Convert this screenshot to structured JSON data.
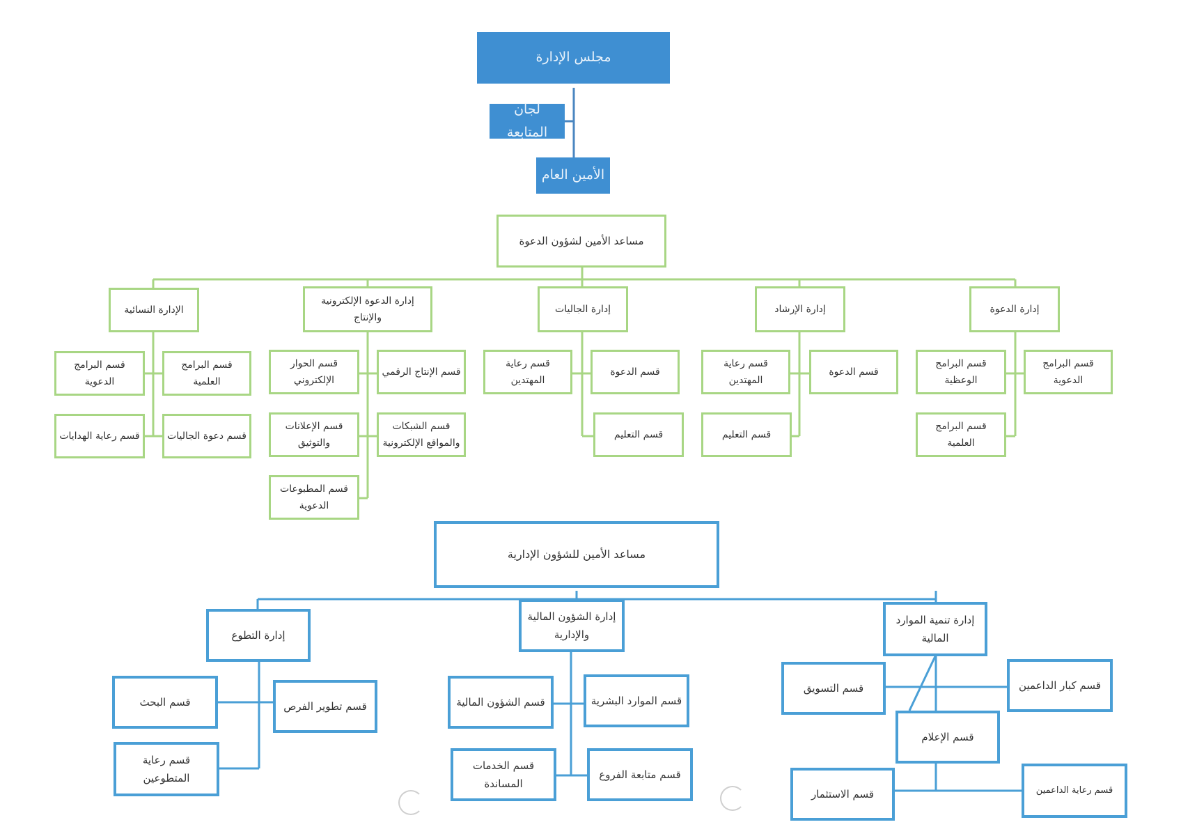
{
  "header": {
    "board": "مجلس الإدارة",
    "committees": "لجان المتابعة",
    "secretary_general": "الأمين العام"
  },
  "dawah_branch": {
    "assistant": "مساعد الأمين لشؤون الدعوة",
    "departments": {
      "dawah": {
        "title": "إدارة الدعوة",
        "sections": [
          "قسم البرامج الدعوية",
          "قسم البرامج الوعظية",
          "قسم البرامج العلمية"
        ]
      },
      "irshad": {
        "title": "إدارة الإرشاد",
        "sections": [
          "قسم الدعوة",
          "قسم رعاية المهتدين",
          "قسم التعليم"
        ]
      },
      "communities": {
        "title": "إدارة الجاليات",
        "sections": [
          "قسم الدعوة",
          "قسم رعاية المهتدين",
          "قسم التعليم"
        ]
      },
      "electronic": {
        "title": "إدارة الدعوة الإلكترونية والإنتاج",
        "sections": [
          "قسم الإنتاج الرقمي",
          "قسم الحوار الإلكتروني",
          "قسم الشبكات والمواقع الإلكترونية",
          "قسم الإعلانات والتوثيق",
          "قسم المطبوعات الدعوية"
        ]
      },
      "women": {
        "title": "الإدارة النسائية",
        "sections": [
          "قسم البرامج العلمية",
          "قسم البرامج الدعوية",
          "قسم دعوة الجاليات",
          "قسم رعاية الهدايات"
        ]
      }
    }
  },
  "admin_branch": {
    "assistant": "مساعد الأمين للشؤون الإدارية",
    "departments": {
      "resources": {
        "title": "إدارة تنمية الموارد المالية",
        "sections": [
          "قسم كبار الداعمين",
          "قسم التسويق",
          "قسم الإعلام",
          "قسم رعاية الداعمين",
          "قسم الاستثمار"
        ]
      },
      "finance": {
        "title": "إدارة الشؤون المالية والإدارية",
        "sections": [
          "قسم الموارد البشرية",
          "قسم الشؤون المالية",
          "قسم متابعة الفروع",
          "قسم الخدمات المساندة"
        ]
      },
      "volunteer": {
        "title": "إدارة التطوع",
        "sections": [
          "قسم تطوير الفرص",
          "قسم البحث",
          "قسم رعاية المتطوعين"
        ]
      }
    }
  },
  "colors": {
    "top": "#3f8fd2",
    "green_border": "#a8d684",
    "blue_border": "#4a9fd6",
    "blue_line": "#4a9fd6",
    "green_line": "#a8d684"
  }
}
